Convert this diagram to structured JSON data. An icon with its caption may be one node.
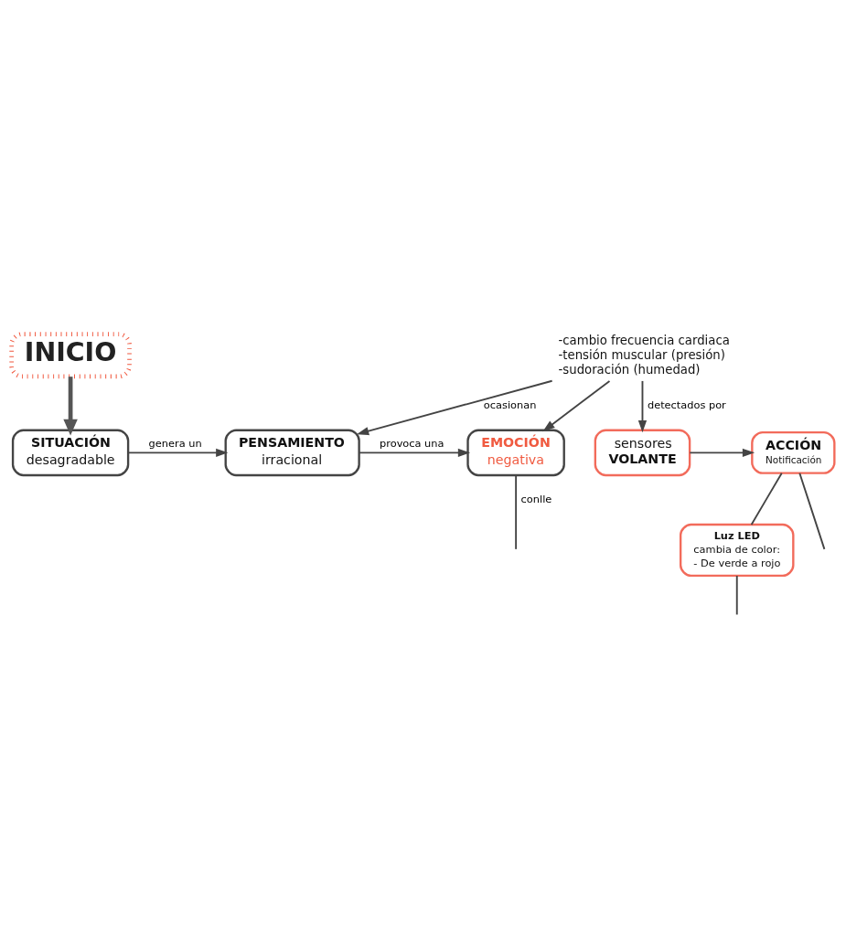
{
  "diagram": {
    "nodes": [
      {
        "text": [
          "INICIO"
        ]
      },
      {
        "text": [
          "SITUACIÓN",
          "desagradable"
        ]
      },
      {
        "text": [
          "PENSAMIENTO",
          "irracional"
        ]
      },
      {
        "text": [
          "EMOCIÓN",
          "negativa"
        ]
      },
      {
        "text": [
          "-cambio frecuencia cardiaca",
          "-tensión muscular (presión)",
          "-sudoración (humedad)"
        ]
      },
      {
        "text": [
          "sensores",
          "VOLANTE"
        ]
      },
      {
        "text": [
          "ACCIÓN",
          "Notificación"
        ]
      },
      {
        "text": [
          "Luz LED",
          "cambia de color:",
          "- De verde a rojo"
        ]
      }
    ],
    "edges": [
      {
        "from": 0,
        "to": 1,
        "arrow": "to",
        "style": "thick"
      },
      {
        "from": 1,
        "to": 2,
        "arrow": "to",
        "label": "genera un"
      },
      {
        "from": 2,
        "to": 3,
        "arrow": "to",
        "label": "provoca una"
      },
      {
        "from": 4,
        "to": 2,
        "arrow": "to",
        "label": "ocasionan"
      },
      {
        "from": 4,
        "to": 3,
        "arrow": "to"
      },
      {
        "from": 4,
        "to": 5,
        "arrow": "to",
        "label": "detectados por"
      },
      {
        "from": 5,
        "to": 6,
        "arrow": "to"
      },
      {
        "from": 6,
        "to": 7,
        "arrow": "none"
      },
      {
        "from": 3,
        "to": null,
        "arrow": "none",
        "label": "conlle"
      },
      {
        "from": 6,
        "to": null,
        "arrow": "none"
      },
      {
        "from": 7,
        "to": null,
        "arrow": "none"
      }
    ]
  }
}
